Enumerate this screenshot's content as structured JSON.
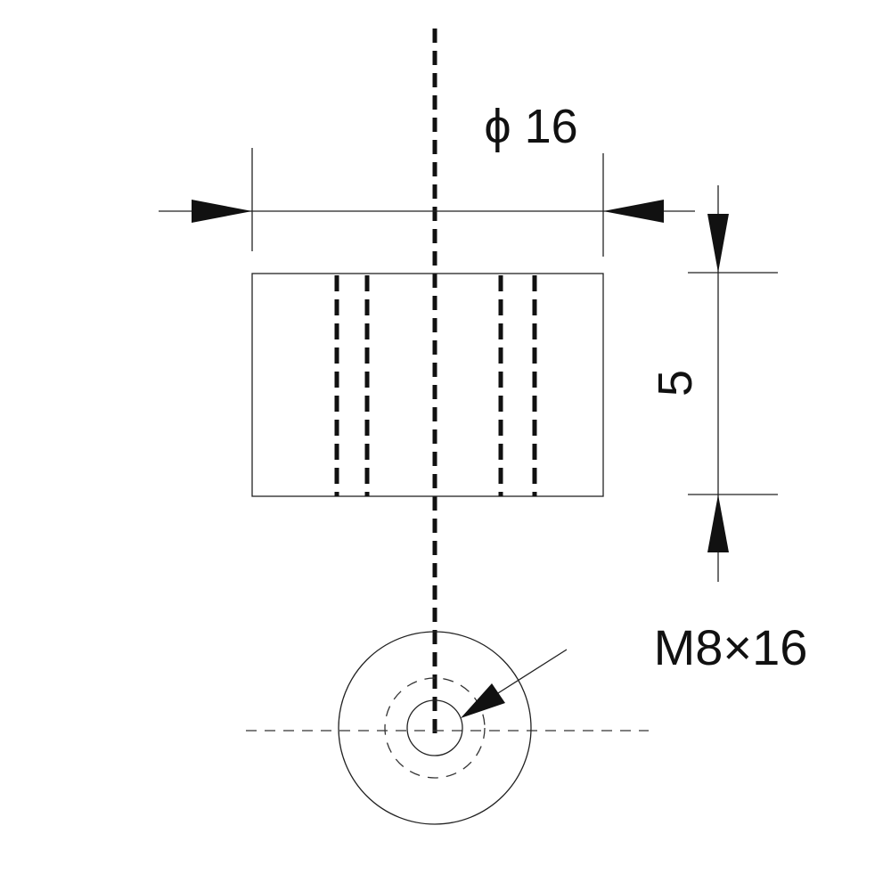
{
  "dimensions": {
    "diameter_label": "ϕ 16",
    "height_label": "5",
    "thread_label": "M8×16"
  },
  "colors": {
    "line": "#222222",
    "background": "#ffffff"
  }
}
